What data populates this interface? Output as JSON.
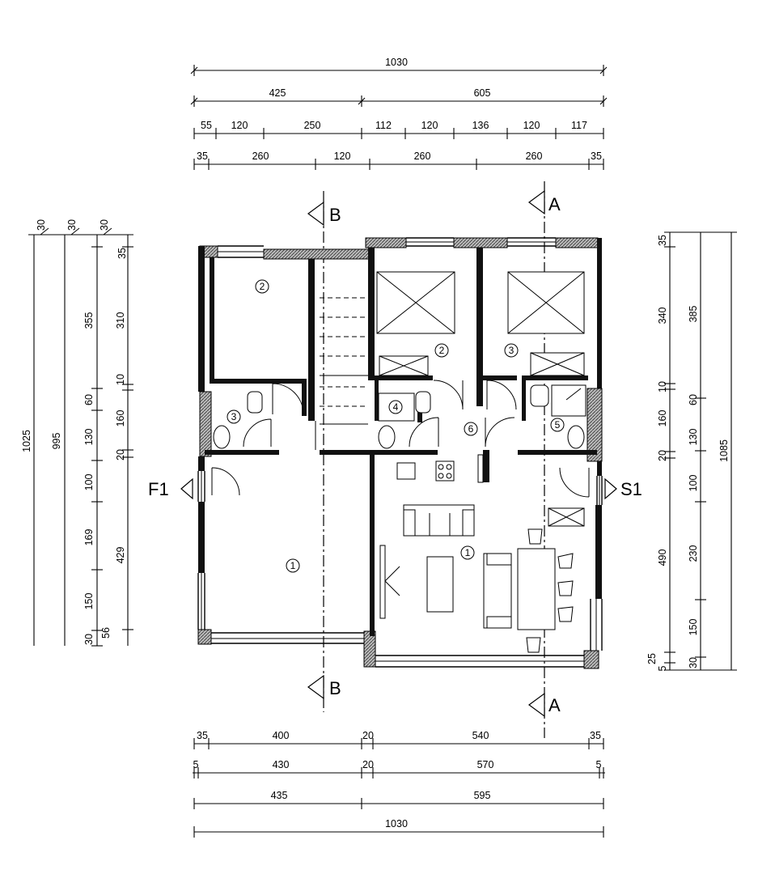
{
  "dims_top": {
    "row1": [
      "1030"
    ],
    "row2": [
      "425",
      "605"
    ],
    "row3": [
      "55",
      "120",
      "250",
      "112",
      "120",
      "136",
      "120",
      "117"
    ],
    "row4": [
      "35",
      "260",
      "120",
      "260",
      "260",
      "35"
    ]
  },
  "dims_bottom": {
    "row1": [
      "35",
      "400",
      "20",
      "540",
      "35"
    ],
    "row2": [
      "5",
      "430",
      "20",
      "570",
      "5"
    ],
    "row3": [
      "435",
      "595"
    ],
    "row4": [
      "1030"
    ]
  },
  "dims_left": {
    "top_labels": [
      "30",
      "30",
      "30"
    ],
    "col1": [
      "1025"
    ],
    "col2": [
      "995"
    ],
    "col3": [
      "35",
      "355",
      "60",
      "130",
      "100",
      "169",
      "150",
      "30"
    ],
    "col4": [
      "310",
      "10",
      "160",
      "20",
      "429",
      "56"
    ]
  },
  "dims_right": {
    "col1": [
      "35",
      "340",
      "10",
      "160",
      "20",
      "490",
      "25",
      "5"
    ],
    "col2": [
      "385",
      "60",
      "130",
      "100",
      "230",
      "150",
      "30"
    ],
    "col3": [
      "1085"
    ]
  },
  "sections": {
    "a_top": "A",
    "a_bottom": "A",
    "b_top": "B",
    "b_bottom": "B",
    "f1": "F1",
    "s1": "S1"
  },
  "rooms": {
    "r1_left": "1",
    "r1_right": "1",
    "r2_left": "2",
    "r2_mid": "2",
    "r3_left": "3",
    "r3_mid": "3",
    "r4": "4",
    "r5": "5",
    "r6": "6"
  }
}
